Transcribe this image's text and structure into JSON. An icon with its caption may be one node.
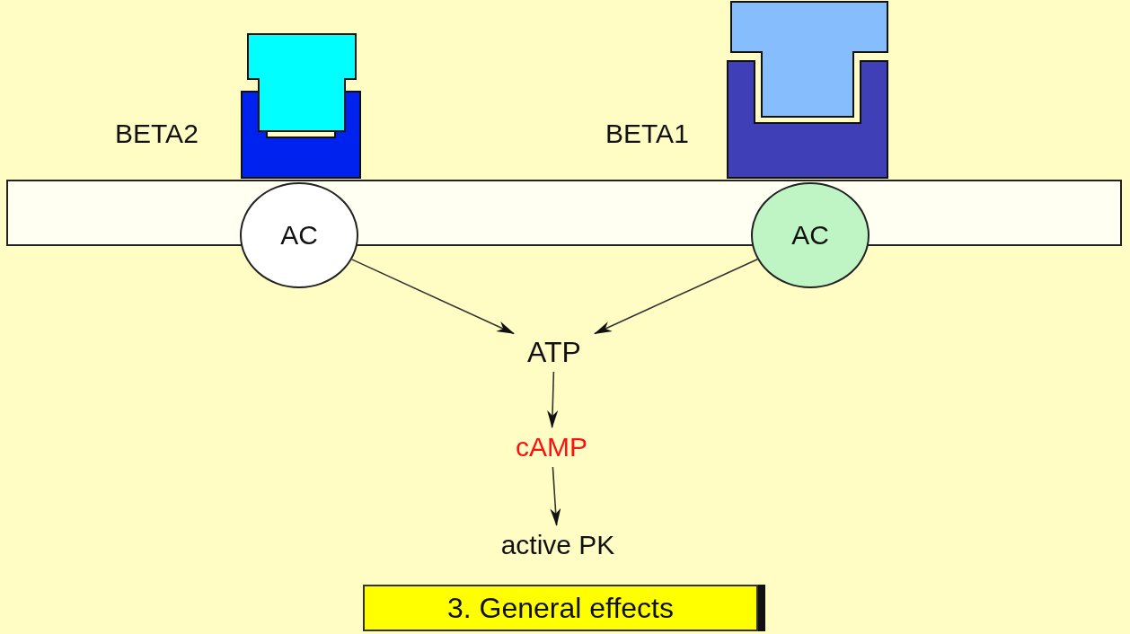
{
  "diagram": {
    "nodes": [
      {
        "text": [
          "AC"
        ]
      },
      {
        "text": [
          "AC"
        ]
      },
      {
        "text": [
          "ATP"
        ]
      },
      {
        "text": [
          "cAMP"
        ]
      },
      {
        "text": [
          "active PK"
        ]
      },
      {
        "text": [
          "3. General effects"
        ]
      }
    ],
    "edges": [
      {
        "from": 0,
        "to": 2,
        "arrow": "to"
      },
      {
        "from": 1,
        "to": 2,
        "arrow": "to"
      },
      {
        "from": 2,
        "to": 3,
        "arrow": "to"
      },
      {
        "from": 3,
        "to": 4,
        "arrow": "to"
      }
    ],
    "labels": [
      "BETA2",
      "BETA1"
    ]
  }
}
